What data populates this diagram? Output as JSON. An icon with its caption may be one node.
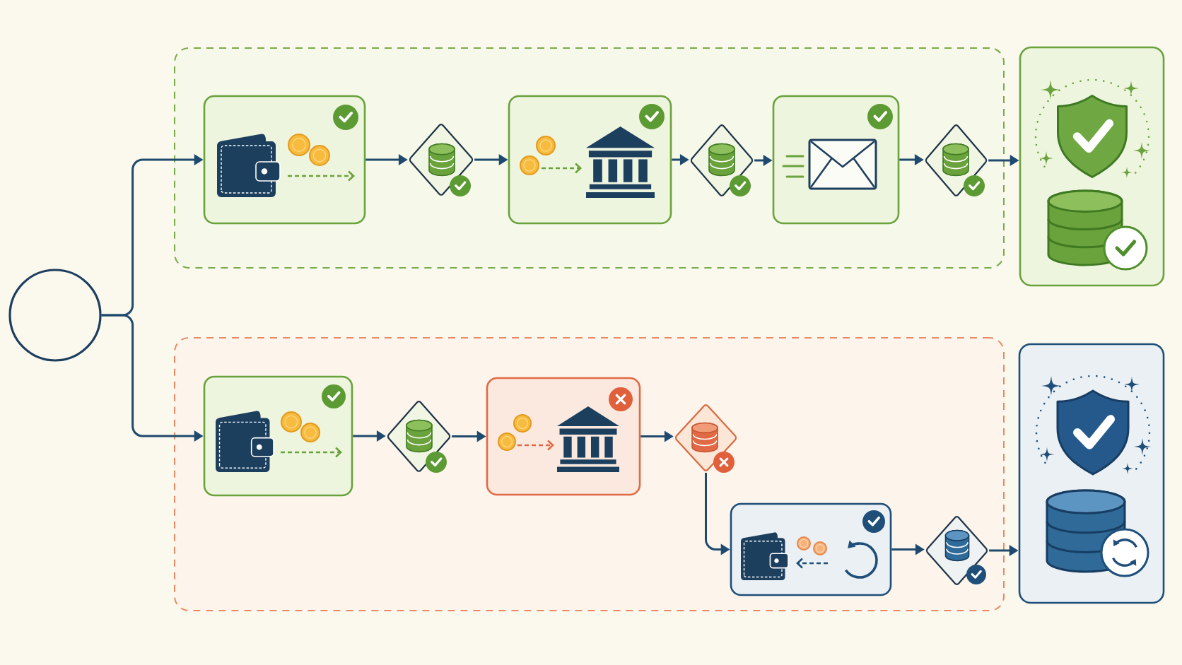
{
  "diagram": {
    "nodes": [
      {
        "text": [],
        "shape": "circle"
      },
      {
        "text": [],
        "shape": "box"
      },
      {
        "text": [],
        "shape": "box",
        "in": 1
      },
      {
        "text": [],
        "shape": "diamond",
        "in": 1
      },
      {
        "text": [],
        "shape": "box",
        "in": 1
      },
      {
        "text": [],
        "shape": "diamond",
        "in": 1
      },
      {
        "text": [],
        "shape": "box",
        "in": 1
      },
      {
        "text": [],
        "shape": "diamond",
        "in": 1
      },
      {
        "text": [],
        "shape": "box"
      },
      {
        "text": [],
        "shape": "box"
      },
      {
        "text": [],
        "shape": "box",
        "in": 9
      },
      {
        "text": [],
        "shape": "diamond",
        "in": 9
      },
      {
        "text": [],
        "shape": "box",
        "in": 9
      },
      {
        "text": [],
        "shape": "diamond",
        "in": 9
      },
      {
        "text": [],
        "shape": "box",
        "in": 9
      },
      {
        "text": [],
        "shape": "diamond",
        "in": 9
      },
      {
        "text": [],
        "shape": "box"
      }
    ],
    "edges": [
      {
        "from": 0,
        "to": 2,
        "arrow": "to"
      },
      {
        "from": 0,
        "to": 10,
        "arrow": "to"
      },
      {
        "from": 2,
        "to": 3,
        "arrow": "to"
      },
      {
        "from": 3,
        "to": 4,
        "arrow": "to"
      },
      {
        "from": 4,
        "to": 5,
        "arrow": "to"
      },
      {
        "from": 5,
        "to": 6,
        "arrow": "to"
      },
      {
        "from": 6,
        "to": 7,
        "arrow": "to"
      },
      {
        "from": 7,
        "to": 8,
        "arrow": "to"
      },
      {
        "from": 10,
        "to": 11,
        "arrow": "to"
      },
      {
        "from": 11,
        "to": 12,
        "arrow": "to"
      },
      {
        "from": 12,
        "to": 13,
        "arrow": "to"
      },
      {
        "from": 13,
        "to": 14,
        "arrow": "to"
      },
      {
        "from": 14,
        "to": 15,
        "arrow": "to"
      },
      {
        "from": 15,
        "to": 16,
        "arrow": "to"
      }
    ]
  }
}
